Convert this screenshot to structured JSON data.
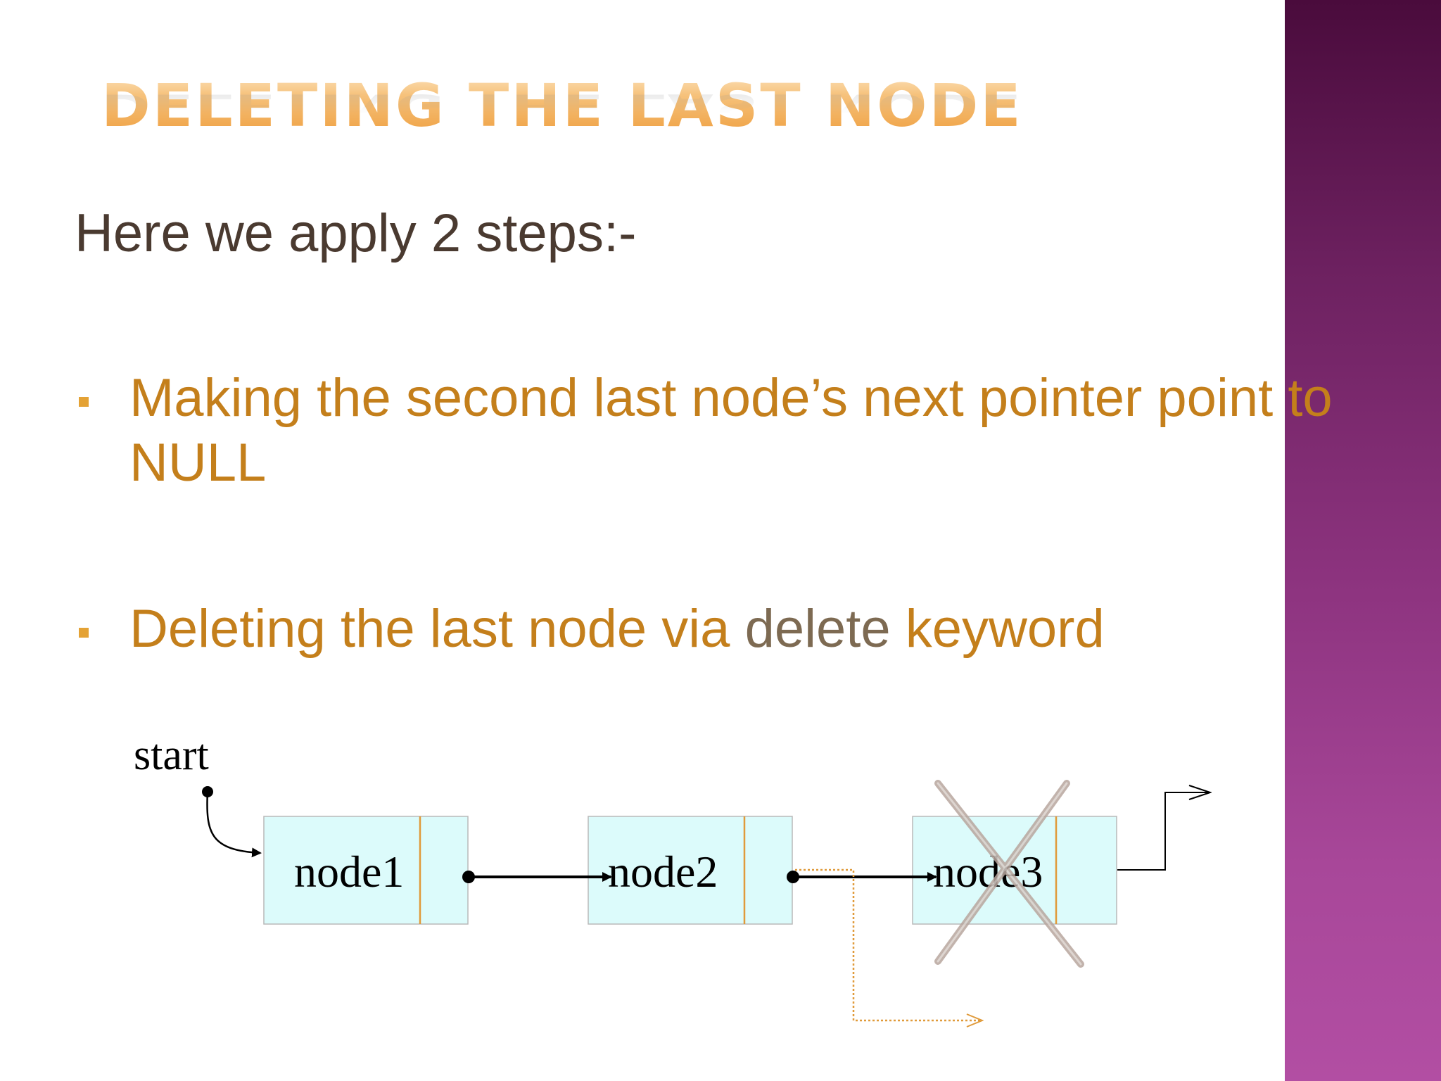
{
  "slide": {
    "title": "Deleting the last node",
    "intro": "Here we apply 2 steps:-",
    "bullets": [
      {
        "text": "Making the second last node’s next pointer point to NULL"
      },
      {
        "prefix": "Deleting the last node via ",
        "keyword": "delete",
        "suffix": " keyword"
      }
    ]
  },
  "diagram": {
    "start_label": "start",
    "nodes": [
      {
        "label": "node1"
      },
      {
        "label": "node2"
      },
      {
        "label": "node3",
        "deleted": true
      }
    ]
  },
  "colors": {
    "title_accent": "#f0a545",
    "bullet_text": "#c47f1b",
    "keyword_text": "#7d6a52",
    "intro_text": "#4a3a30",
    "node_fill": "#dcfbfb",
    "node_divider": "#e09a3a",
    "delete_mark": "#b8a69e",
    "side_band": "#8e3480"
  }
}
